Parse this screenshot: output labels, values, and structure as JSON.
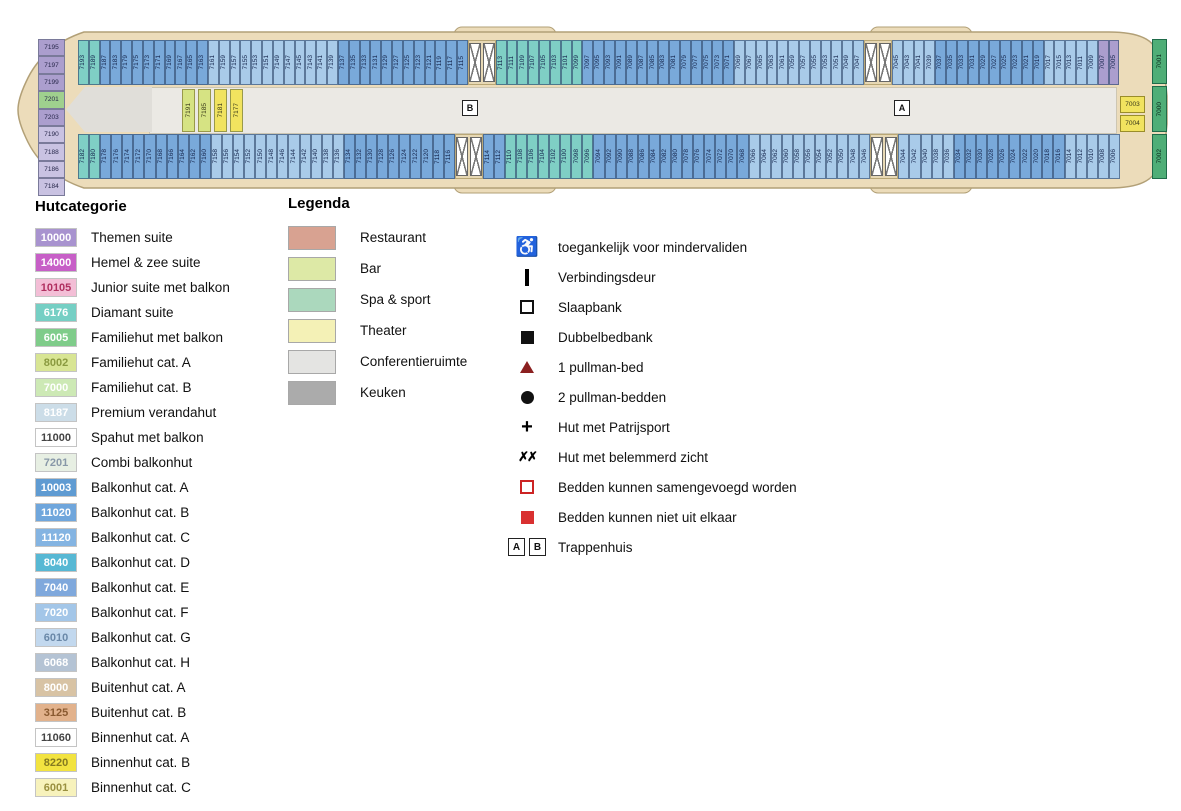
{
  "deck": {
    "palette": {
      "blue1": "#79a9da",
      "blue2": "#a9cbe9",
      "teal": "#7fcfc5",
      "purple": "#ab9ece",
      "lav": "#c9c2e2",
      "green": "#9fd08e",
      "ygreen": "#d6e383",
      "yellow": "#f1e35f"
    },
    "rows": {
      "top": {
        "cabins": [
          "7193",
          "7189",
          "7187",
          "7183",
          "7179",
          "7175",
          "7173",
          "7171",
          "7169",
          "7167",
          "7165",
          "7163",
          "7161",
          "7159",
          "7157",
          "7155",
          "7153",
          "7151",
          "7149",
          "7147",
          "7145",
          "7143",
          "7141",
          "7139",
          "7137",
          "7135",
          "7133",
          "7131",
          "7129",
          "7127",
          "7125",
          "7123",
          "7121",
          "7119",
          "7117",
          "7115",
          "X",
          "7113",
          "7111",
          "7109",
          "7107",
          "7105",
          "7103",
          "7101",
          "7099",
          "7097",
          "7095",
          "7093",
          "7091",
          "7089",
          "7087",
          "7085",
          "7083",
          "7081",
          "7079",
          "7077",
          "7075",
          "7073",
          "7071",
          "7069",
          "7067",
          "7065",
          "7063",
          "7061",
          "7059",
          "7057",
          "7055",
          "7053",
          "7051",
          "7049",
          "7047",
          "X",
          "7045",
          "7043",
          "7041",
          "7039",
          "7037",
          "7035",
          "7033",
          "7031",
          "7029",
          "7027",
          "7025",
          "7023",
          "7021",
          "7019",
          "7017",
          "7015",
          "7013",
          "7011",
          "7009",
          "7007",
          "7005"
        ],
        "bands": [
          [
            2,
            "teal"
          ],
          [
            10,
            "blue1"
          ],
          [
            12,
            "blue2"
          ],
          [
            12,
            "blue1"
          ],
          [
            8,
            "teal"
          ],
          [
            14,
            "blue1"
          ],
          [
            16,
            "blue2"
          ],
          [
            10,
            "blue1"
          ],
          [
            5,
            "blue2"
          ],
          [
            2,
            "purple"
          ]
        ]
      },
      "bottom": {
        "cabins": [
          "7182",
          "7180",
          "7178",
          "7176",
          "7174",
          "7172",
          "7170",
          "7168",
          "7166",
          "7164",
          "7162",
          "7160",
          "7158",
          "7156",
          "7154",
          "7152",
          "7150",
          "7148",
          "7146",
          "7144",
          "7142",
          "7140",
          "7138",
          "7136",
          "7134",
          "7132",
          "7130",
          "7128",
          "7126",
          "7124",
          "7122",
          "7120",
          "7118",
          "7116",
          "X",
          "7114",
          "7112",
          "7110",
          "7108",
          "7106",
          "7104",
          "7102",
          "7100",
          "7098",
          "7096",
          "7094",
          "7092",
          "7090",
          "7088",
          "7086",
          "7084",
          "7082",
          "7080",
          "7078",
          "7076",
          "7074",
          "7072",
          "7070",
          "7068",
          "7066",
          "7064",
          "7062",
          "7060",
          "7058",
          "7056",
          "7054",
          "7052",
          "7050",
          "7048",
          "7046",
          "X",
          "7044",
          "7042",
          "7040",
          "7038",
          "7036",
          "7034",
          "7032",
          "7030",
          "7028",
          "7026",
          "7024",
          "7022",
          "7020",
          "7018",
          "7016",
          "7014",
          "7012",
          "7010",
          "7008",
          "7006"
        ],
        "bands": [
          [
            2,
            "teal"
          ],
          [
            10,
            "blue1"
          ],
          [
            12,
            "blue2"
          ],
          [
            12,
            "blue1"
          ],
          [
            8,
            "teal"
          ],
          [
            14,
            "blue1"
          ],
          [
            16,
            "blue2"
          ],
          [
            10,
            "blue1"
          ],
          [
            5,
            "blue2"
          ]
        ]
      }
    },
    "bow_stack": [
      {
        "n": "7195",
        "c": "purple"
      },
      {
        "n": "7197",
        "c": "purple"
      },
      {
        "n": "7199",
        "c": "purple"
      },
      {
        "n": "7201",
        "c": "green"
      },
      {
        "n": "7203",
        "c": "purple"
      },
      {
        "n": "7190",
        "c": "lav"
      },
      {
        "n": "7188",
        "c": "lav"
      },
      {
        "n": "7186",
        "c": "lav"
      },
      {
        "n": "7184",
        "c": "lav"
      }
    ],
    "bow_mid": [
      {
        "n": "7191",
        "c": "ygreen"
      },
      {
        "n": "7185",
        "c": "ygreen"
      },
      {
        "n": "7181",
        "c": "yellow"
      },
      {
        "n": "7177",
        "c": "yellow"
      }
    ],
    "stern": {
      "green": [
        "7001",
        "7000",
        "7002"
      ],
      "yellow": [
        "7003",
        "7004"
      ]
    },
    "stairwells": [
      {
        "label": "B"
      },
      {
        "label": "A"
      }
    ]
  },
  "categories": {
    "title": "Hutcategorie",
    "items": [
      {
        "code": "10000",
        "label": "Themen suite",
        "bg": "#a893cf",
        "fg": "#ffffff"
      },
      {
        "code": "14000",
        "label": "Hemel & zee suite",
        "bg": "#c75fc7",
        "fg": "#ffffff"
      },
      {
        "code": "10105",
        "label": "Junior suite met balkon",
        "bg": "#f3bed6",
        "fg": "#b03060"
      },
      {
        "code": "6176",
        "label": "Diamant suite",
        "bg": "#75cfc4",
        "fg": "#ffffff"
      },
      {
        "code": "6005",
        "label": "Familiehut met balkon",
        "bg": "#7fcc8a",
        "fg": "#ffffff"
      },
      {
        "code": "8002",
        "label": "Familiehut cat. A",
        "bg": "#d8e594",
        "fg": "#8a9a40"
      },
      {
        "code": "7000",
        "label": "Familiehut cat. B",
        "bg": "#cde9b5",
        "fg": "#ffffff"
      },
      {
        "code": "8187",
        "label": "Premium verandahut",
        "bg": "#ccdde8",
        "fg": "#ffffff"
      },
      {
        "code": "11000",
        "label": "Spahut met balkon",
        "bg": "#ffffff",
        "fg": "#444444"
      },
      {
        "code": "7201",
        "label": "Combi balkonhut",
        "bg": "#e7efe3",
        "fg": "#8898a8"
      },
      {
        "code": "10003",
        "label": "Balkonhut cat. A",
        "bg": "#5f9bd2",
        "fg": "#ffffff"
      },
      {
        "code": "11020",
        "label": "Balkonhut cat. B",
        "bg": "#6fa6dc",
        "fg": "#ffffff"
      },
      {
        "code": "11120",
        "label": "Balkonhut cat. C",
        "bg": "#84b4e2",
        "fg": "#ffffff"
      },
      {
        "code": "8040",
        "label": "Balkonhut cat. D",
        "bg": "#57b8d4",
        "fg": "#ffffff"
      },
      {
        "code": "7040",
        "label": "Balkonhut cat. E",
        "bg": "#7fa8dc",
        "fg": "#ffffff"
      },
      {
        "code": "7020",
        "label": "Balkonhut cat. F",
        "bg": "#a3c6e8",
        "fg": "#ffffff"
      },
      {
        "code": "6010",
        "label": "Balkonhut cat. G",
        "bg": "#c2d8ee",
        "fg": "#6a88a8"
      },
      {
        "code": "6068",
        "label": "Balkonhut cat. H",
        "bg": "#b4c3d4",
        "fg": "#ffffff"
      },
      {
        "code": "8000",
        "label": "Buitenhut cat. A",
        "bg": "#d8c3a4",
        "fg": "#ffffff"
      },
      {
        "code": "3125",
        "label": "Buitenhut cat. B",
        "bg": "#e2b28c",
        "fg": "#8a5a30"
      },
      {
        "code": "11060",
        "label": "Binnenhut cat. A",
        "bg": "#ffffff",
        "fg": "#444444"
      },
      {
        "code": "8220",
        "label": "Binnenhut cat. B",
        "bg": "#f2e340",
        "fg": "#847a20"
      },
      {
        "code": "6001",
        "label": "Binnenhut cat. C",
        "bg": "#f7f2bc",
        "fg": "#9a9040"
      }
    ]
  },
  "legend": {
    "title": "Legenda",
    "areas": [
      {
        "label": "Restaurant",
        "color": "#d8a291"
      },
      {
        "label": "Bar",
        "color": "#dde9a6"
      },
      {
        "label": "Spa & sport",
        "color": "#abd8bd"
      },
      {
        "label": "Theater",
        "color": "#f4f1b6"
      },
      {
        "label": "Conferentieruimte",
        "color": "#e4e4e2"
      },
      {
        "label": "Keuken",
        "color": "#ababab"
      }
    ],
    "symbols": [
      {
        "type": "wheelchair",
        "glyph": "♿",
        "label": "toegankelijk voor mindervaliden"
      },
      {
        "type": "door",
        "label": "Verbindingsdeur"
      },
      {
        "type": "sofa",
        "label": "Slaapbank"
      },
      {
        "type": "sofa-double",
        "label": "Dubbelbedbank"
      },
      {
        "type": "pullman-1",
        "label": "1 pullman-bed"
      },
      {
        "type": "pullman-2",
        "label": "2 pullman-bedden"
      },
      {
        "type": "porthole",
        "glyph": "+",
        "label": "Hut met Patrijsport"
      },
      {
        "type": "obstructed",
        "glyph": "✗✗",
        "label": "Hut met belemmerd zicht"
      },
      {
        "type": "beds-joinable",
        "label": "Bedden kunnen samengevoegd worden"
      },
      {
        "type": "beds-fixed",
        "label": "Bedden kunnen niet uit elkaar"
      },
      {
        "type": "stairwell",
        "letters": [
          "A",
          "B"
        ],
        "label": "Trappenhuis"
      }
    ]
  }
}
